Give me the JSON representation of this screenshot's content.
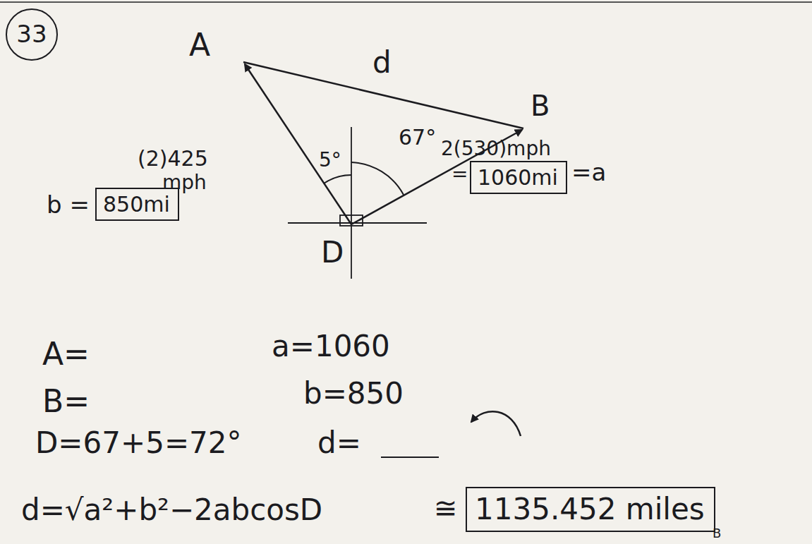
{
  "diagram": {
    "nodes": [
      {
        "text": [
          "33"
        ]
      },
      {
        "text": [
          "850mi"
        ]
      },
      {
        "text": [
          "1060mi"
        ]
      },
      {
        "text": [
          "1135.452 miles"
        ]
      }
    ],
    "labels": [
      "A",
      "d",
      "B",
      "5°",
      "67°",
      "(2)425",
      "mph",
      "b =",
      "2(530)mph",
      "=",
      "=a",
      "D",
      "A=",
      "a=1060",
      "B=",
      "b=850",
      "D=67+5=72°",
      "d=",
      "d=√a²+b²−2abcosD",
      "≅",
      "B"
    ]
  }
}
